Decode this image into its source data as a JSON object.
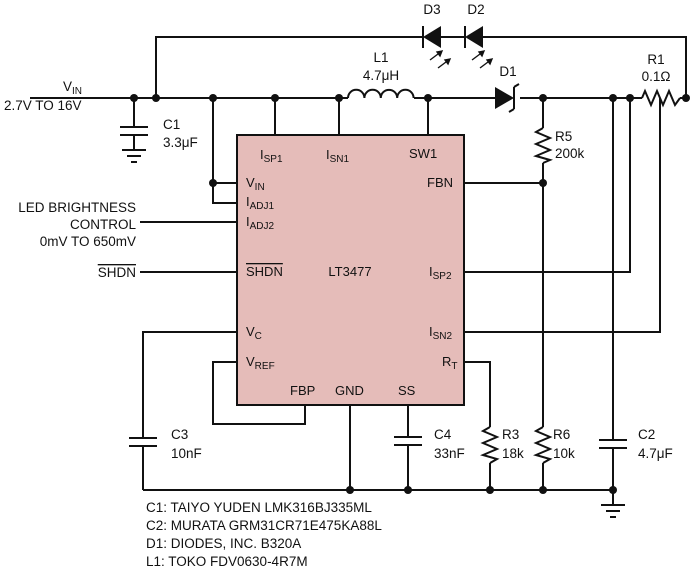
{
  "chip": {
    "name": "LT3477",
    "fill_color": "#e5bcb9",
    "pins": {
      "isp1": "I",
      "isp1_sub": "SP1",
      "isn1": "I",
      "isn1_sub": "SN1",
      "sw1": "SW1",
      "vin": "V",
      "vin_sub": "IN",
      "iadj1": "I",
      "iadj1_sub": "ADJ1",
      "iadj2": "I",
      "iadj2_sub": "ADJ2",
      "fbn": "FBN",
      "shdn": "SHDN",
      "isp2": "I",
      "isp2_sub": "SP2",
      "vc": "V",
      "vc_sub": "C",
      "isn2": "I",
      "isn2_sub": "SN2",
      "vref": "V",
      "vref_sub": "REF",
      "rt": "R",
      "rt_sub": "T",
      "fbp": "FBP",
      "gnd": "GND",
      "ss": "SS"
    }
  },
  "inputs": {
    "vin": "V",
    "vin_sub": "IN",
    "vin_range": "2.7V TO 16V",
    "brightness_line1": "LED BRIGHTNESS",
    "brightness_line2": "CONTROL",
    "brightness_line3": "0mV TO 650mV",
    "shdn": "SHDN"
  },
  "components": {
    "c1_name": "C1",
    "c1_value": "3.3μF",
    "l1_name": "L1",
    "l1_value": "4.7μH",
    "d1_name": "D1",
    "d2_name": "D2",
    "d3_name": "D3",
    "r1_name": "R1",
    "r1_value": "0.1Ω",
    "r5_name": "R5",
    "r5_value": "200k",
    "c3_name": "C3",
    "c3_value": "10nF",
    "c4_name": "C4",
    "c4_value": "33nF",
    "r3_name": "R3",
    "r3_value": "18k",
    "r6_name": "R6",
    "r6_value": "10k",
    "c2_name": "C2",
    "c2_value": "4.7μF"
  },
  "notes": [
    "C1: TAIYO YUDEN LMK316BJ335ML",
    "C2: MURATA GRM31CR71E475KA88L",
    "D1: DIODES, INC. B320A",
    "L1: TOKO FDV0630-4R7M"
  ]
}
